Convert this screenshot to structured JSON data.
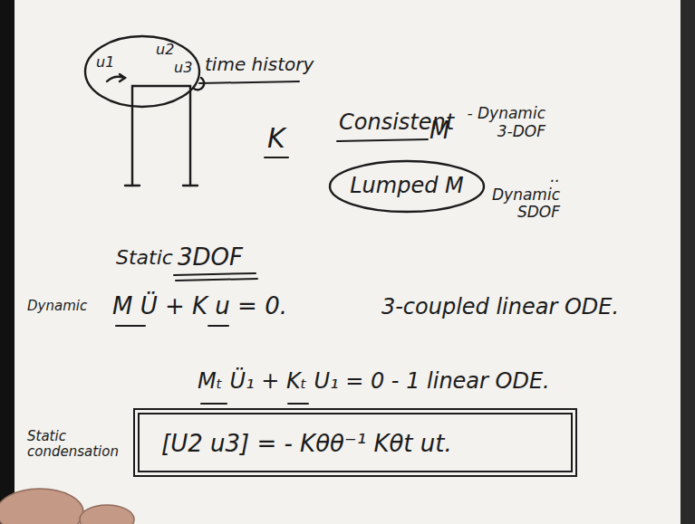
{
  "diagram": {
    "nodes": [
      {
        "text": [
          "u1",
          "u2",
          "u3"
        ]
      },
      {
        "text": [
          "Lumped M"
        ]
      },
      {
        "text": [
          "[U2 u3] = - Kθθ⁻¹ Kθt ut."
        ]
      }
    ],
    "labels": [
      "time history",
      "K",
      "Consistent",
      "M",
      "- Dynamic 3-DOF",
      ".. Dynamic SDOF",
      "Static",
      "3DOF",
      "Dynamic",
      "M Ü + K u = 0.",
      "3-coupled linear ODE.",
      "Mₜ Ü₁ + Kₜ U₁ = 0 - 1 linear ODE.",
      "Static condensation"
    ]
  }
}
